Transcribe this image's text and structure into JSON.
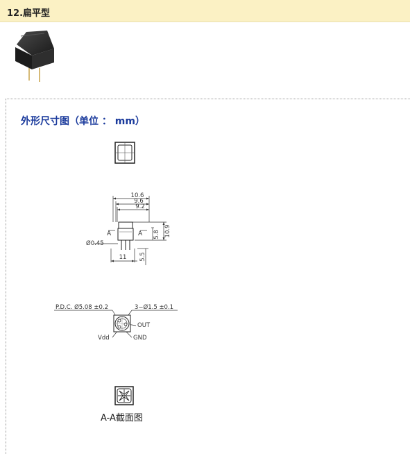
{
  "header": {
    "title": "12.扁平型"
  },
  "section": {
    "title": "外形尺寸图（单位 ： mm）"
  },
  "side_view": {
    "dim_width_outer": "10.6",
    "dim_width_mid": "9.6",
    "dim_width_inner": "9.2",
    "dim_height_total": "10.9",
    "dim_height_body": "5.8",
    "dim_pin_diameter": "Ø0.45",
    "dim_base_width": "11",
    "dim_pin_length": "5.5",
    "section_mark_left": "A",
    "section_mark_right": "A"
  },
  "bottom_view": {
    "pdc_label": "P.D.C. Ø5.08 ±0.2",
    "pin_label": "3−Ø1.5 ±0.1",
    "out_label": "OUT",
    "vdd_label": "Vdd",
    "gnd_label": "GND"
  },
  "section_view": {
    "caption": "A-A截面图"
  }
}
